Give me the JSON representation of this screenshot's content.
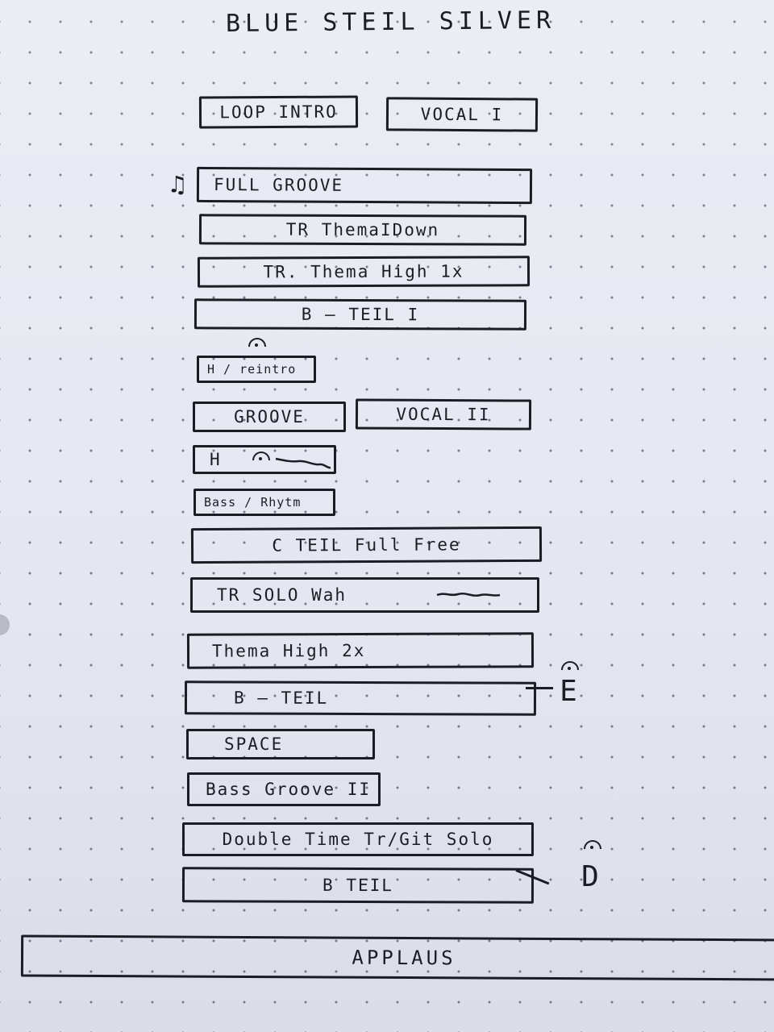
{
  "title": "BLUE STEIL SILVER",
  "blocks": {
    "loop_intro": "LOOP INTRO",
    "vocal_1": "VOCAL I",
    "full_groove": "FULL GROOVE",
    "tr_thema_down": "TR ThemaIDown",
    "tr_thema_high": "TR. Thema High 1x",
    "b_teil_1": "B – TEIL I",
    "h_reintro": "H / reintro",
    "groove": "GROOVE",
    "vocal_2": "VOCAL II",
    "h_fermata": "H",
    "bass_rhythm": "Bass / Rhytm",
    "c_teil": "C TEIL Full Free",
    "tr_solo_wah": "TR SOLO Wah",
    "thema_high_2x": "Thema High 2x",
    "b_teil_2": "B – TEIL",
    "space": "SPACE",
    "bass_groove_2": "Bass Groove II",
    "double_time": "Double Time Tr/Git Solo",
    "b_teil_3": "B TEIL",
    "applaus": "APPLAUS"
  },
  "marks": {
    "e_mark": "E",
    "d_mark": "D",
    "music_note": "♫"
  }
}
